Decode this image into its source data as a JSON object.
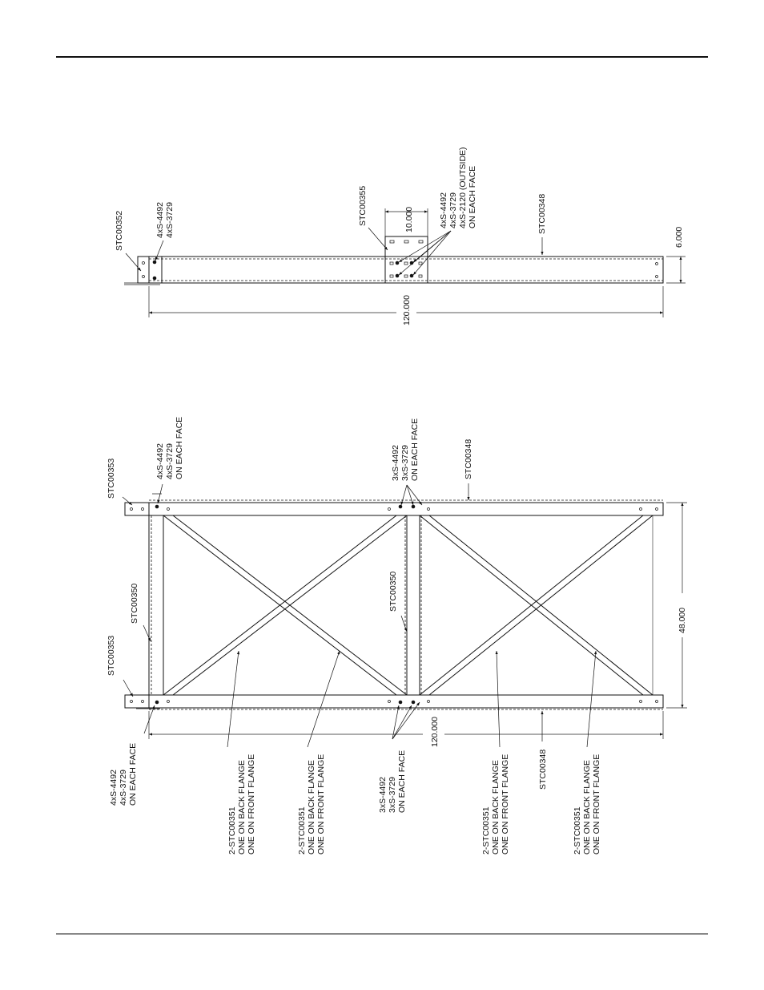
{
  "top_view": {
    "label_stc00352": "STC00352",
    "label_end_bolts": [
      "4xS-4492",
      "4xS-3729"
    ],
    "label_stc00355": "STC00355",
    "dim_splice_width": "10.000",
    "label_splice_bolts": [
      "4xS-4492",
      "4xS-3729",
      "4xS-2120 (OUTSIDE)",
      "ON EACH FACE"
    ],
    "label_stc00348": "STC00348",
    "dim_depth": "6.000",
    "dim_length": "120.000"
  },
  "side_view": {
    "label_stc00353_top": "STC00353",
    "label_top_end_bolts": [
      "4xS-4492",
      "4xS-3729",
      "ON EACH FACE"
    ],
    "label_stc00350_left": "STC00350",
    "label_stc00353_bottom": "STC00353",
    "label_mid_top_bolts": [
      "3xS-4492",
      "3xS-3729",
      "ON EACH FACE"
    ],
    "label_stc00348_top": "STC00348",
    "label_stc00350_mid": "STC00350",
    "dim_height": "48.000",
    "label_bottom_end_bolts": [
      "4xS-4492",
      "4xS-3729",
      "ON EACH FACE"
    ],
    "label_brace_1": [
      "2-STC00351",
      "ONE ON BACK FLANGE",
      "ONE ON FRONT FLANGE"
    ],
    "label_brace_2": [
      "2-STC00351",
      "ONE ON BACK FLANGE",
      "ONE ON FRONT FLANGE"
    ],
    "label_mid_bottom_bolts": [
      "3xS-4492",
      "3xS-3729",
      "ON EACH FACE"
    ],
    "dim_length": "120.000",
    "label_brace_3": [
      "2-STC00351",
      "ONE ON BACK FLANGE",
      "ONE ON FRONT FLANGE"
    ],
    "label_stc00348_bottom": "STC00348",
    "label_brace_4": [
      "2-STC00351",
      "ONE ON BACK FLANGE",
      "ONE ON FRONT FLANGE"
    ]
  }
}
